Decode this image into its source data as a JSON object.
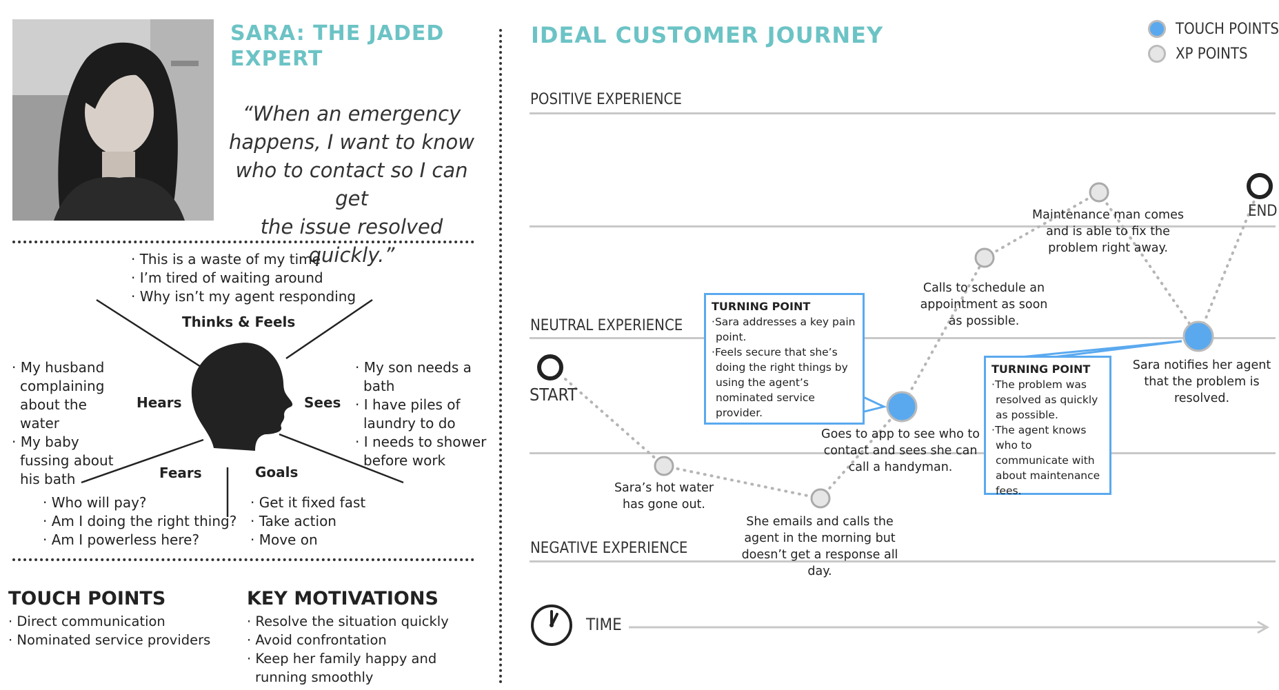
{
  "persona": {
    "title_line1": "SARA: THE JADED",
    "title_line2": "EXPERT",
    "quote_lines": [
      "“When an emergency",
      "happens, I want to know",
      "who to contact so I can get",
      "the issue resolved quickly.”"
    ]
  },
  "empathy": {
    "thinks_feels": {
      "label": "Thinks & Feels",
      "items": [
        "This is a waste of my time",
        "I’m tired of waiting around",
        "Why isn’t my agent responding"
      ]
    },
    "hears": {
      "label": "Hears",
      "items": [
        "My husband complaining about the water",
        "My baby fussing about his bath"
      ]
    },
    "sees": {
      "label": "Sees",
      "items": [
        "My son needs a bath",
        "I have piles of laundry to do",
        "I needs to shower before work"
      ]
    },
    "fears": {
      "label": "Fears",
      "items": [
        "Who will pay?",
        "Am I doing the right thing?",
        "Am I powerless here?"
      ]
    },
    "goals": {
      "label": "Goals",
      "items": [
        "Get it fixed fast",
        "Take action",
        "Move on"
      ]
    }
  },
  "touch_points": {
    "heading": "TOUCH POINTS",
    "items": [
      "Direct communication",
      "Nominated service providers"
    ]
  },
  "key_motivations": {
    "heading": "KEY MOTIVATIONS",
    "items": [
      "Resolve the situation quickly",
      "Avoid confrontation",
      "Keep her family happy and running smoothly"
    ]
  },
  "journey": {
    "title": "IDEAL CUSTOMER JOURNEY",
    "legend": [
      {
        "label": "TOUCH POINTS",
        "color": "#5aa9ef"
      },
      {
        "label": "XP POINTS",
        "color": "#e6e6e6"
      }
    ],
    "levels": {
      "positive": "POSITIVE EXPERIENCE",
      "neutral": "NEUTRAL EXPERIENCE",
      "negative": "NEGATIVE EXPERIENCE"
    },
    "start_label": "START",
    "end_label": "END",
    "time_label": "TIME",
    "events": [
      {
        "type": "xp",
        "text": "Sara’s hot water has gone out."
      },
      {
        "type": "xp",
        "text": "She emails and calls the agent in the morning but doesn’t get a response all day."
      },
      {
        "type": "touch",
        "text": "Goes to app to see who to contact and sees she can call a handyman."
      },
      {
        "type": "xp",
        "text": "Calls to schedule an appointment as soon as possible."
      },
      {
        "type": "xp",
        "text": "Maintenance man comes and is able to fix the problem right away."
      },
      {
        "type": "touch",
        "text": "Sara notifies her agent that the problem is resolved."
      }
    ],
    "callouts": [
      {
        "title": "TURNING POINT",
        "items": [
          "Sara addresses a key pain point.",
          "Feels secure that she’s doing the right things by using the agent’s nominated service provider."
        ]
      },
      {
        "title": "TURNING POINT",
        "items": [
          "The problem was resolved as quickly as possible.",
          "The agent knows who to communicate with about maintenance fees."
        ]
      }
    ]
  }
}
